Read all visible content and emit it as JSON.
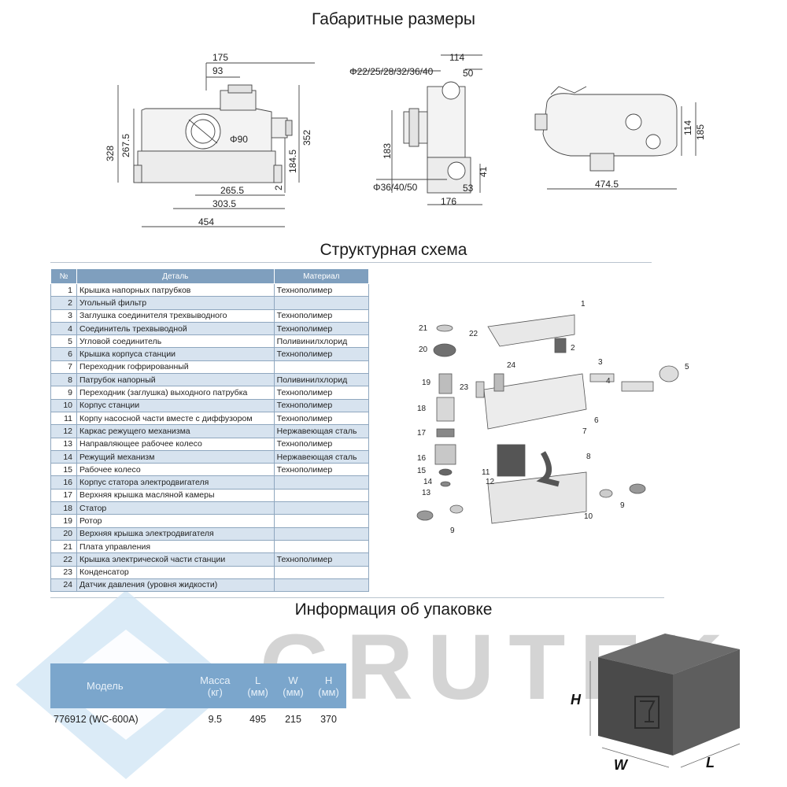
{
  "titles": {
    "dimensions": "Габаритные размеры",
    "structure": "Структурная схема",
    "packaging": "Информация об упаковке"
  },
  "dims": {
    "front": [
      "175",
      "93",
      "328",
      "267.5",
      "Φ90",
      "352",
      "184.5",
      "2",
      "265.5",
      "303.5",
      "454"
    ],
    "side": [
      "114",
      "Φ22/25/28/32/36/40",
      "50",
      "183",
      "41",
      "Φ36/40/50",
      "53",
      "176"
    ],
    "rear": [
      "114",
      "185",
      "474.5"
    ]
  },
  "parts_table": {
    "headers": [
      "№",
      "Деталь",
      "Материал"
    ],
    "rows": [
      {
        "n": "1",
        "part": "Крышка напорных патрубков",
        "material": "Технополимер"
      },
      {
        "n": "2",
        "part": "Угольный фильтр",
        "material": ""
      },
      {
        "n": "3",
        "part": "Заглушка соединителя трехвыводного",
        "material": "Технополимер"
      },
      {
        "n": "4",
        "part": "Соединитель трехвыводной",
        "material": "Технополимер"
      },
      {
        "n": "5",
        "part": "Угловой соединитель",
        "material": "Поливинилхлорид"
      },
      {
        "n": "6",
        "part": "Крышка корпуса станции",
        "material": "Технополимер"
      },
      {
        "n": "7",
        "part": "Переходник гофрированный",
        "material": ""
      },
      {
        "n": "8",
        "part": "Патрубок напорный",
        "material": "Поливинилхлорид"
      },
      {
        "n": "9",
        "part": "Переходник (заглушка) выходного патрубка",
        "material": "Технополимер"
      },
      {
        "n": "10",
        "part": "Корпус станции",
        "material": "Технополимер"
      },
      {
        "n": "11",
        "part": "Корпу насосной части вместе с диффузором",
        "material": "Технополимер"
      },
      {
        "n": "12",
        "part": "Каркас режущего механизма",
        "material": "Нержавеющая сталь"
      },
      {
        "n": "13",
        "part": "Направляющее рабочее колесо",
        "material": "Технополимер"
      },
      {
        "n": "14",
        "part": "Режущий механизм",
        "material": "Нержавеющая сталь"
      },
      {
        "n": "15",
        "part": "Рабочее колесо",
        "material": "Технополимер"
      },
      {
        "n": "16",
        "part": "Корпус статора электродвигателя",
        "material": ""
      },
      {
        "n": "17",
        "part": "Верхняя крышка масляной камеры",
        "material": ""
      },
      {
        "n": "18",
        "part": "Статор",
        "material": ""
      },
      {
        "n": "19",
        "part": "Ротор",
        "material": ""
      },
      {
        "n": "20",
        "part": "Верхняя крышка электродвигателя",
        "material": ""
      },
      {
        "n": "21",
        "part": "Плата управления",
        "material": ""
      },
      {
        "n": "22",
        "part": "Крышка электрической части станции",
        "material": "Технополимер"
      },
      {
        "n": "23",
        "part": "Конденсатор",
        "material": ""
      },
      {
        "n": "24",
        "part": "Датчик давления (уровня жидкости)",
        "material": ""
      }
    ]
  },
  "callouts": [
    "1",
    "2",
    "3",
    "4",
    "5",
    "6",
    "7",
    "8",
    "9",
    "9",
    "10",
    "11",
    "12",
    "13",
    "14",
    "15",
    "16",
    "17",
    "18",
    "19",
    "20",
    "21",
    "22",
    "23",
    "24"
  ],
  "package_table": {
    "headers": {
      "model": "Модель",
      "mass": "Масса",
      "mass_unit": "(кг)",
      "l": "L",
      "l_unit": "(мм)",
      "w": "W",
      "w_unit": "(мм)",
      "h": "H",
      "h_unit": "(мм)"
    },
    "row": {
      "model": "776912 (WC-600A)",
      "mass": "9.5",
      "l": "495",
      "w": "215",
      "h": "370"
    }
  },
  "box_labels": {
    "h": "H",
    "w": "W",
    "l": "L"
  },
  "watermark": "GRUTEK",
  "colors": {
    "header_blue": "#7f9fbe",
    "row_alt": "#d7e3ef",
    "pack_header": "#7ba6cc"
  }
}
